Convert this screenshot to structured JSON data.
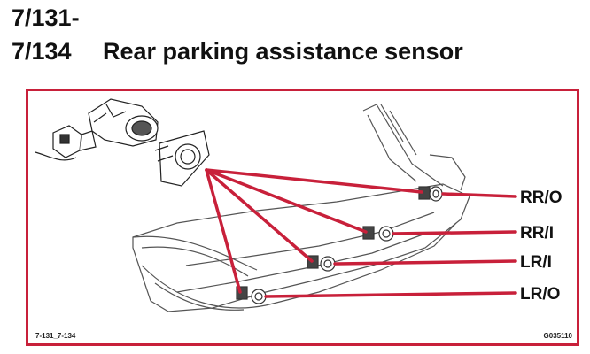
{
  "header": {
    "code_line1": "7/131-",
    "code_line2": "7/134",
    "title": "Rear parking assistance sensor"
  },
  "figure": {
    "callouts": [
      {
        "id": "rr-o",
        "label": "RR/O"
      },
      {
        "id": "rr-i",
        "label": "RR/I"
      },
      {
        "id": "lr-i",
        "label": "LR/I"
      },
      {
        "id": "lr-o",
        "label": "LR/O"
      }
    ],
    "ref_left": "7-131_7-134",
    "ref_right": "G035110"
  },
  "colors": {
    "accent": "#c8203a",
    "line_art": "#555555"
  }
}
